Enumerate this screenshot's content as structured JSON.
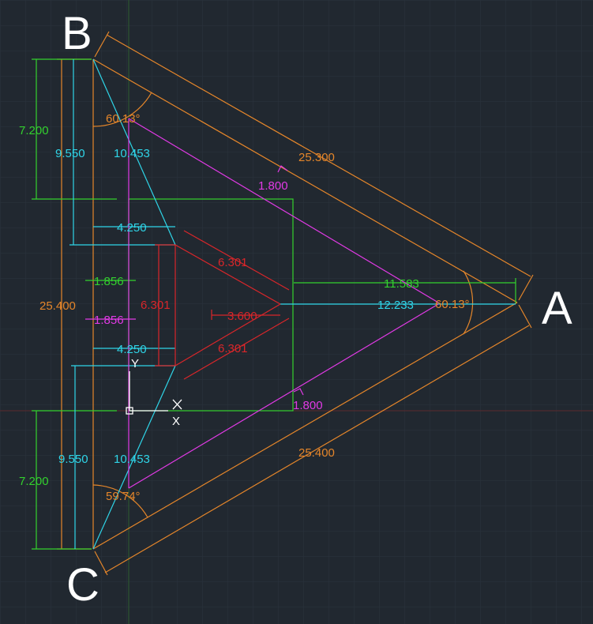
{
  "vertex_labels": {
    "a": "A",
    "b": "B",
    "c": "C"
  },
  "ucs_icon": {
    "x_label": "X",
    "y_label": "Y"
  },
  "dimensions": {
    "side_ab": "25.300",
    "side_ac": "25.400",
    "left_total": "25.400",
    "left_top_offset": "7.200",
    "left_bottom_offset": "7.200",
    "left_top_inner": "9.550",
    "left_bottom_inner": "9.550",
    "top_diag": "10.453",
    "bottom_diag": "10.453",
    "top_horiz": "4.250",
    "bottom_horiz": "4.250",
    "small_upper": "1.856",
    "small_lower": "1.856",
    "wall_top": "1.800",
    "wall_bottom": "1.800",
    "green_to_a": "11.583",
    "center_to_a": "12.233",
    "inner_left": "6.301",
    "inner_top": "6.301",
    "inner_bottom": "6.301",
    "inner_center": "3.600",
    "angle_b": "60.13°",
    "angle_a": "60.13°",
    "angle_c": "59.74°"
  },
  "colors": {
    "background": "#212830",
    "grid": "#2c3440",
    "orange": "#e5862a",
    "cyan": "#2fd5e8",
    "magenta": "#e23ae6",
    "green": "#33d12e",
    "red": "#d9262a",
    "white": "#ffffff"
  }
}
